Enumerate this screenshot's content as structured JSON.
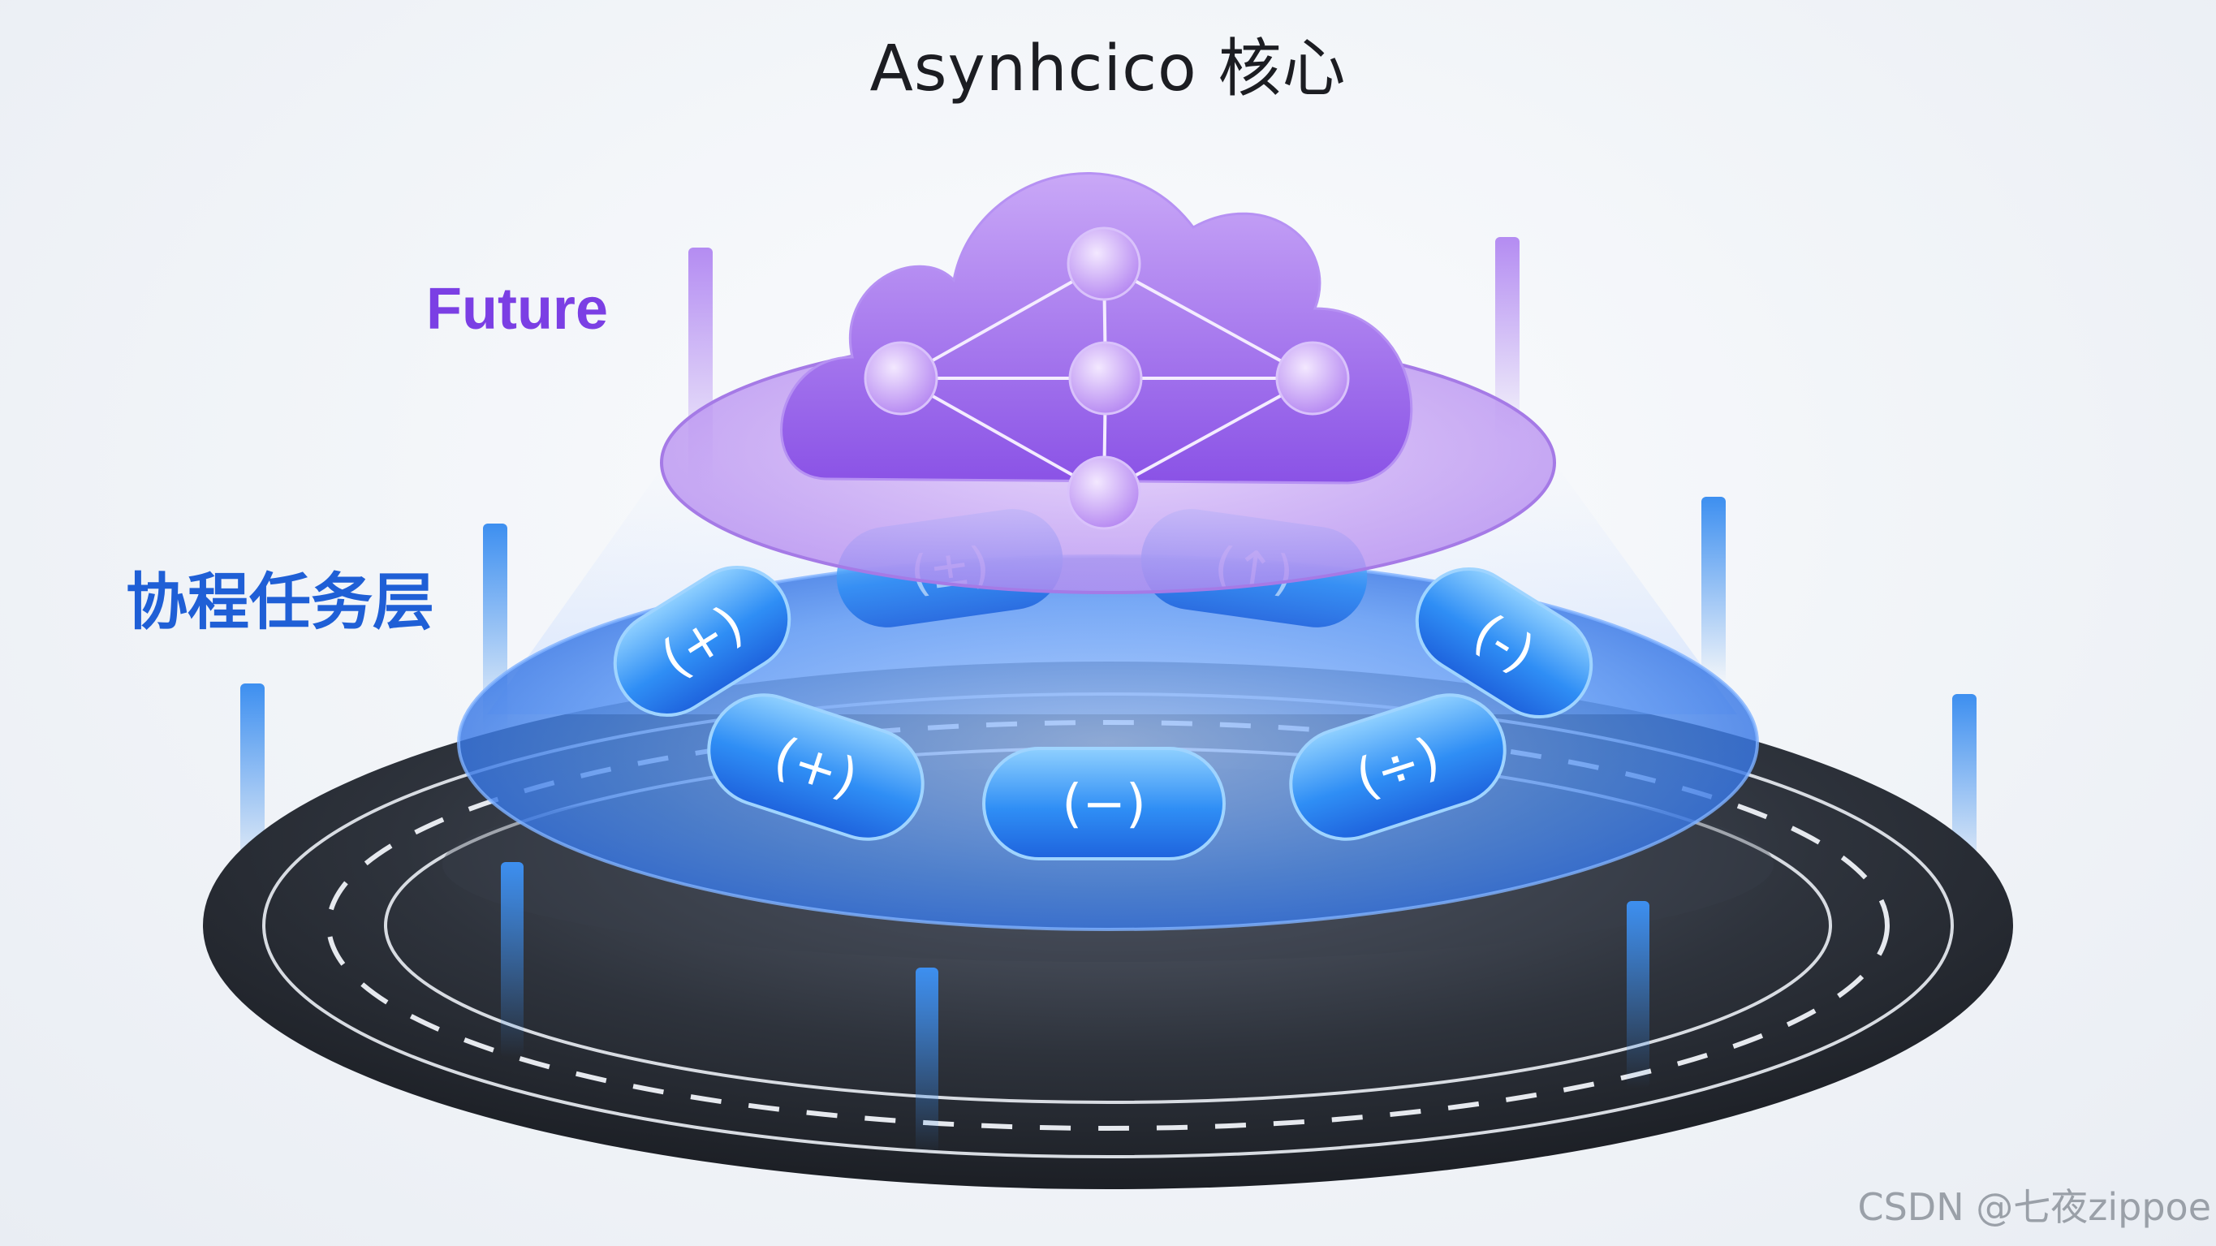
{
  "title": "Asynhcico  核心",
  "labels": {
    "future": "Future",
    "coroutine_layer": "协程任务层"
  },
  "pills": [
    {
      "symbol": "(+)"
    },
    {
      "symbol": "(+)"
    },
    {
      "symbol": "(−)"
    },
    {
      "symbol": "(÷)"
    },
    {
      "symbol": "(-)"
    },
    {
      "symbol": "(±)"
    },
    {
      "symbol": "(↑)"
    }
  ],
  "watermark": "CSDN @七夜zippoe",
  "colors": {
    "future_purple": "#7b3fe4",
    "layer_blue": "#1f5fd6",
    "track_dark": "#2c3038",
    "disc_blue": "#4a8cf0"
  }
}
